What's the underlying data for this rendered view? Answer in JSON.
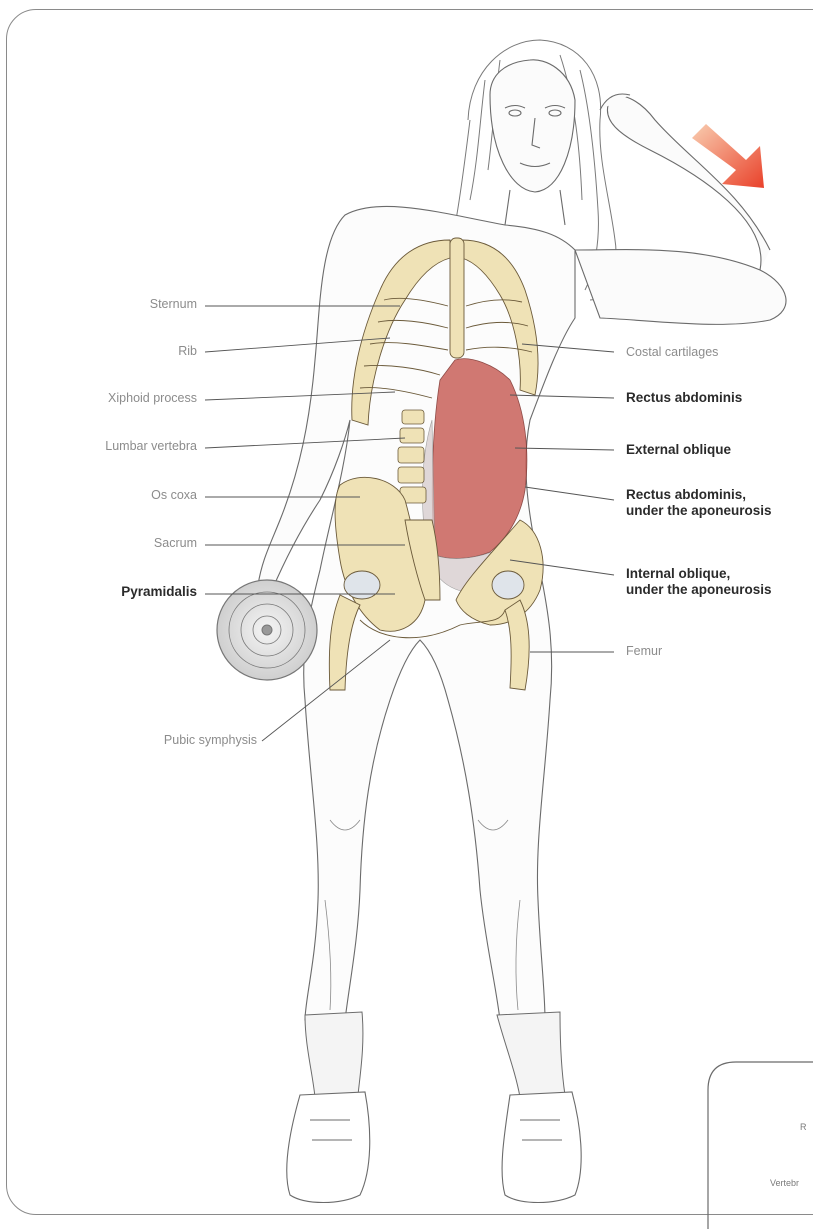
{
  "labels": {
    "left": [
      {
        "text": "Sternum",
        "weight": "regular"
      },
      {
        "text": "Rib",
        "weight": "regular"
      },
      {
        "text": "Xiphoid process",
        "weight": "regular"
      },
      {
        "text": "Lumbar vertebra",
        "weight": "regular"
      },
      {
        "text": "Os coxa",
        "weight": "regular"
      },
      {
        "text": "Sacrum",
        "weight": "regular"
      },
      {
        "text": "Pyramidalis",
        "weight": "bold"
      },
      {
        "text": "Pubic symphysis",
        "weight": "regular"
      }
    ],
    "right": [
      {
        "text": "Costal cartilages",
        "weight": "regular"
      },
      {
        "text": "Rectus abdominis",
        "weight": "bold"
      },
      {
        "text": "External oblique",
        "weight": "bold"
      },
      {
        "text": "Rectus abdominis, under the aponeurosis",
        "line1": "Rectus abdominis,",
        "line2": "under the aponeurosis",
        "weight": "bold"
      },
      {
        "text": "Internal oblique, under the aponeurosis",
        "line1": "Internal oblique,",
        "line2": "under the aponeurosis",
        "weight": "bold"
      },
      {
        "text": "Femur",
        "weight": "regular"
      }
    ],
    "inset": [
      "R",
      "Vertebr"
    ]
  },
  "colors": {
    "arrow_from": "#f9cdb0",
    "arrow_to": "#e9412a",
    "muscle": "#c9615a",
    "bone": "#efe2b6",
    "outline": "#6b6b6b",
    "leader": "#555555"
  },
  "icons": {
    "direction_arrow": "arrow-down-right-icon",
    "dumbbell": "dumbbell-plate-icon"
  }
}
